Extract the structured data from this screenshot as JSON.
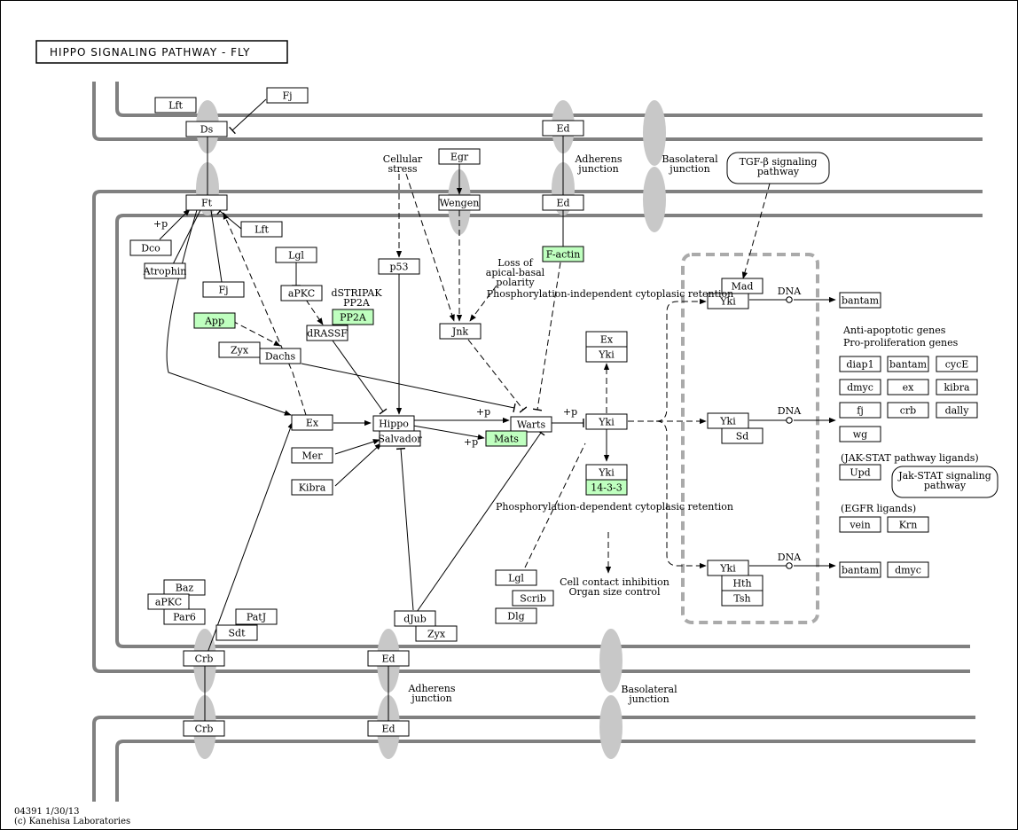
{
  "title": "HIPPO SIGNALING PATHWAY - FLY",
  "footer": {
    "line1": "04391 1/30/13",
    "line2": "(c) Kanehisa Laboratories"
  },
  "nodes": {
    "lft_top": "Lft",
    "fj_top": "Fj",
    "ds": "Ds",
    "ed_top": "Ed",
    "ed_mid": "Ed",
    "ft": "Ft",
    "lft_mid": "Lft",
    "dco": "Dco",
    "atrophin": "Atrophin",
    "fj_mid": "Fj",
    "lgl_top": "Lgl",
    "apkc_mid": "aPKC",
    "pp2a": "PP2A",
    "drassf": "dRASSF",
    "app": "App",
    "zyx_mid": "Zyx",
    "dachs": "Dachs",
    "p53": "p53",
    "egr": "Egr",
    "wengen": "Wengen",
    "jnk": "Jnk",
    "factin": "F-actin",
    "ex_mid": "Ex",
    "yki_ex": "Yki",
    "ex_main": "Ex",
    "mer": "Mer",
    "kibra": "Kibra",
    "hippo": "Hippo",
    "salvador": "Salvador",
    "warts": "Warts",
    "mats": "Mats",
    "yki_main": "Yki",
    "yki_1433": "Yki",
    "p1433": "14-3-3",
    "mad": "Mad",
    "yki_mad": "Yki",
    "yki_sd": "Yki",
    "sd": "Sd",
    "yki_hth": "Yki",
    "hth": "Hth",
    "tsh": "Tsh",
    "bantam1": "bantam",
    "diap1": "diap1",
    "bantam2": "bantam",
    "cyce": "cycE",
    "dmyc1": "dmyc",
    "ex_t": "ex",
    "kibra_t": "kibra",
    "fj_t": "fj",
    "crb_t": "crb",
    "dally": "dally",
    "wg": "wg",
    "upd": "Upd",
    "vein": "vein",
    "krn": "Krn",
    "bantam3": "bantam",
    "dmyc2": "dmyc",
    "baz": "Baz",
    "apkc_bot": "aPKC",
    "par6": "Par6",
    "patj": "PatJ",
    "sdt": "Sdt",
    "crb_mid": "Crb",
    "crb_bot": "Crb",
    "ed_bot1": "Ed",
    "ed_bot2": "Ed",
    "djub": "dJub",
    "zyx_bot": "Zyx",
    "lgl_bot": "Lgl",
    "scrib": "Scrib",
    "dlg": "Dlg",
    "tgfb": "TGF-β signaling pathway",
    "jakstat": "Jak-STAT signaling pathway"
  },
  "labels": {
    "cellular_stress": "Cellular stress",
    "adherens_top": "Adherens junction",
    "basolateral_top": "Basolateral junction",
    "loss_polarity": "Loss of apical-basal polarity",
    "dstripak": "dSTRIPAK",
    "pp2a_label": "PP2A",
    "phos_indep": "Phosphorylation-independent cytoplasic retention",
    "phos_dep": "Phosphorylation-dependent cytoplasic retention",
    "cell_contact": "Cell contact inhibition Organ size control",
    "antiapoptotic": "Anti-apoptotic genes",
    "proprolif": "Pro-proliferation genes",
    "jak_ligands": "(JAK-STAT pathway ligands)",
    "egfr_ligands": "(EGFR ligands)",
    "dna1": "DNA",
    "dna2": "DNA",
    "dna3": "DNA",
    "adherens_bot": "Adherens junction",
    "basolateral_bot": "Basolateral junction",
    "p_ft": "+p",
    "p_warts": "+p",
    "p_mats": "+p",
    "p_yki": "+p"
  }
}
